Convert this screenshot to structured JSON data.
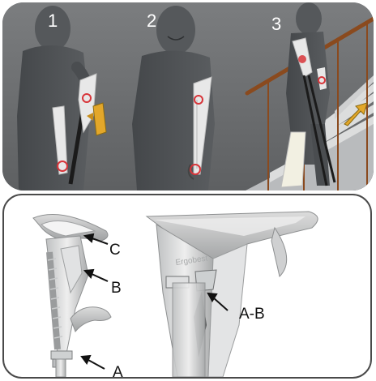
{
  "top_panel": {
    "steps": [
      {
        "number": "1"
      },
      {
        "number": "2"
      },
      {
        "number": "3"
      }
    ]
  },
  "bottom_panel": {
    "labels": {
      "c": "C",
      "b": "B",
      "a": "A",
      "ab": "A-B"
    },
    "embossed_text": "Ergobest"
  },
  "colors": {
    "background_gray": "#6f7173",
    "figure_gray": "#4f5254",
    "crutch_white": "#e8e8e8",
    "crutch_black": "#1b1b1b",
    "accent_red": "#d8353a",
    "arrow_gold": "#e3a72a",
    "railing_brown": "#8a4a1e"
  }
}
